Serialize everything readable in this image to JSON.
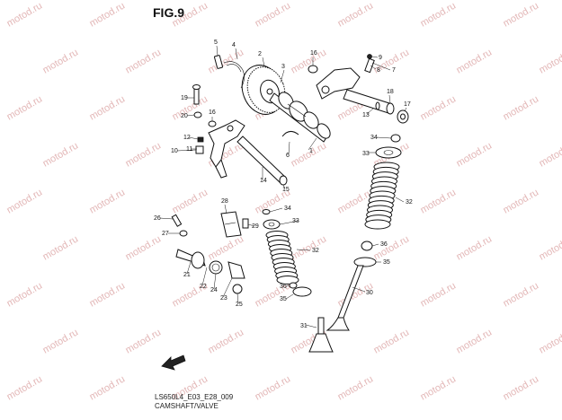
{
  "figure": {
    "title": "FIG.9",
    "model_code": "LS650L4_E03_E28_009",
    "subtitle": "CAMSHAFT/VALVE"
  },
  "watermark": "motod.ru",
  "colors": {
    "line": "#111111",
    "watermark": "#e3b7b7",
    "background": "#ffffff"
  },
  "callouts": [
    "1",
    "2",
    "3",
    "4",
    "5",
    "6",
    "7",
    "8",
    "9",
    "10",
    "11",
    "12",
    "13",
    "14",
    "15",
    "16",
    "16",
    "17",
    "18",
    "19",
    "20",
    "21",
    "22",
    "23",
    "24",
    "25",
    "26",
    "27",
    "28",
    "29",
    "30",
    "31",
    "32",
    "32",
    "33",
    "33",
    "34",
    "34",
    "35",
    "35",
    "36",
    "36"
  ],
  "front_arrow_icon": "front-arrow-icon"
}
